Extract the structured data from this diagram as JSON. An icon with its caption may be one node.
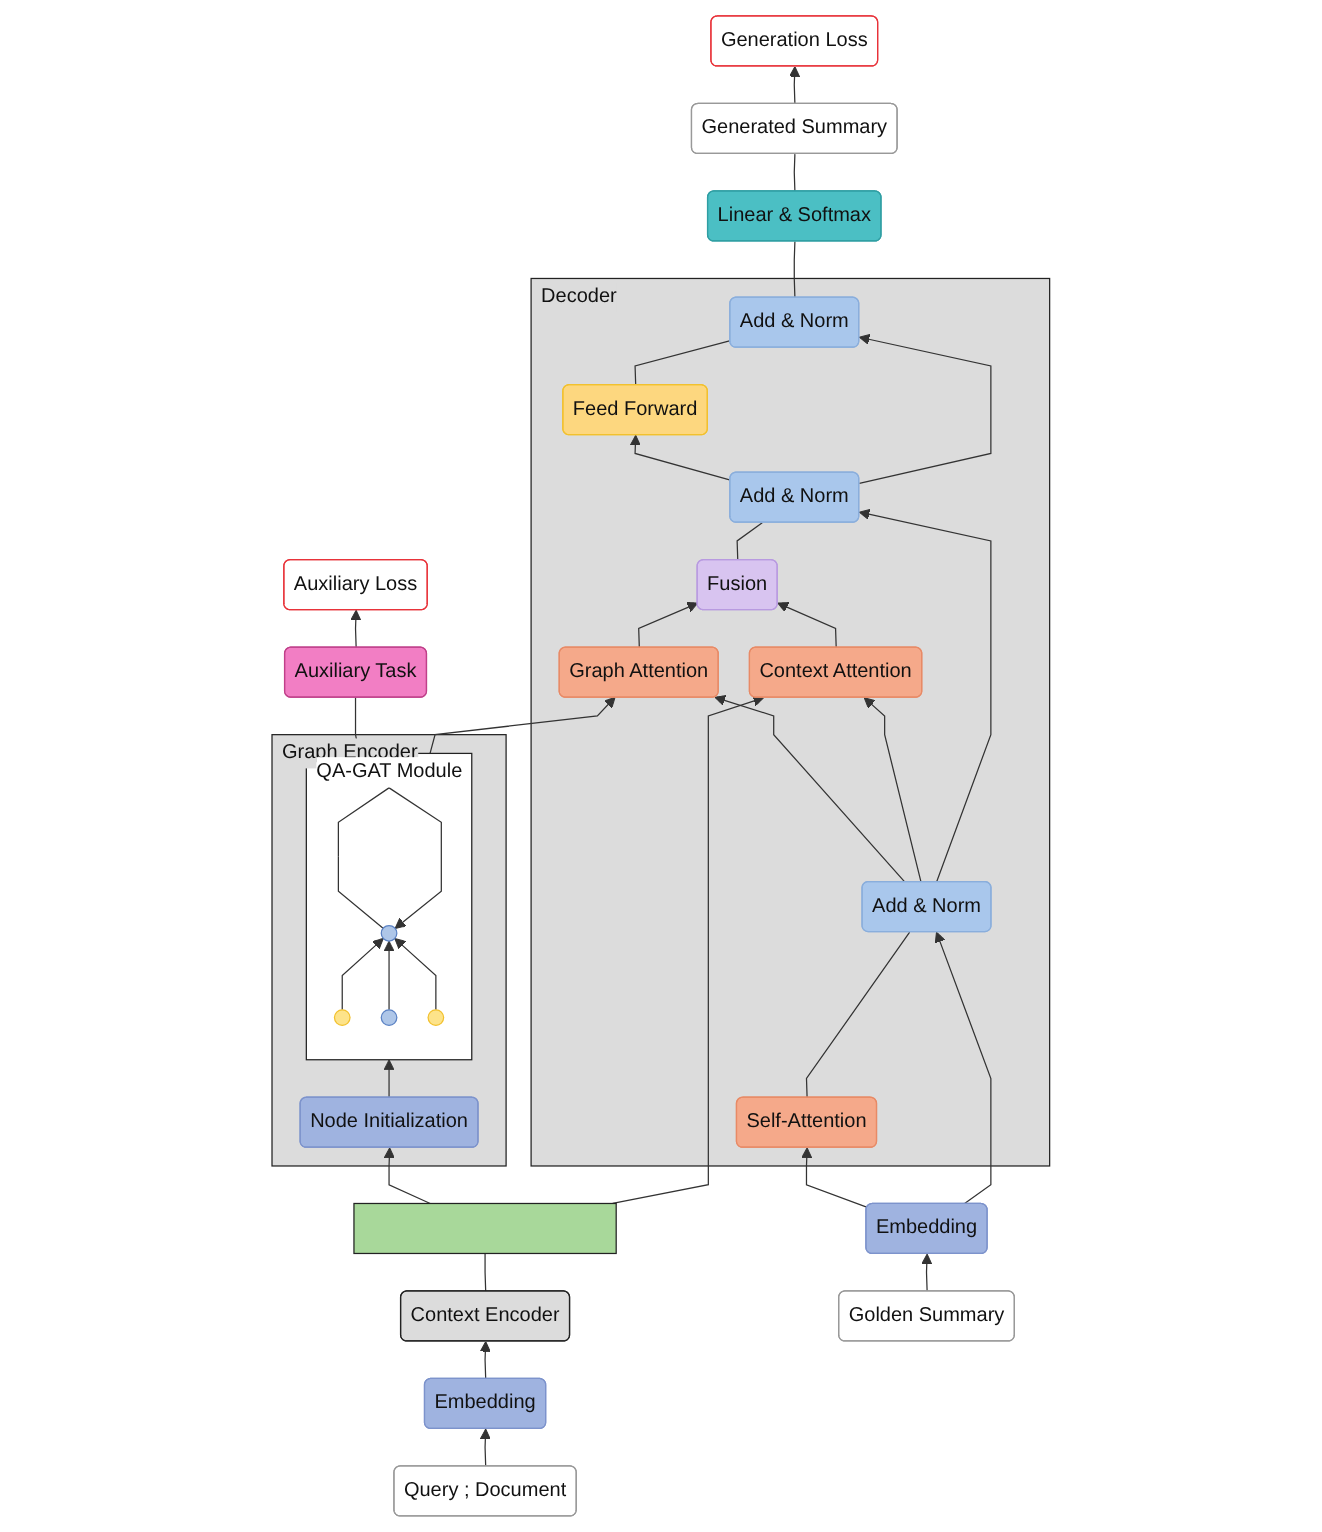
{
  "diagram": {
    "nodes": [
      {
        "text": [
          "Auxiliary Loss"
        ]
      },
      {
        "text": [
          "Auxiliary Task"
        ]
      },
      {
        "text": [
          "Graph Encoder"
        ]
      },
      {
        "text": [
          "QA-GAT Module"
        ],
        "in": 2
      },
      {
        "text": [],
        "shape": "circle",
        "in": 3
      },
      {
        "text": [],
        "shape": "circle",
        "in": 3
      },
      {
        "text": [],
        "shape": "circle",
        "in": 3
      },
      {
        "text": [],
        "shape": "circle",
        "in": 3
      },
      {
        "text": [
          "Node Initialization"
        ],
        "in": 2
      },
      {
        "text": [],
        "shape": "bar"
      },
      {
        "text": [
          "Context Encoder"
        ]
      },
      {
        "text": [
          "Embedding"
        ]
      },
      {
        "text": [
          "Query ; Document"
        ]
      },
      {
        "text": [
          "Generation Loss"
        ]
      },
      {
        "text": [
          "Generated Summary"
        ]
      },
      {
        "text": [
          "Linear & Softmax"
        ]
      },
      {
        "text": [
          "Decoder"
        ]
      },
      {
        "text": [
          "Add & Norm"
        ],
        "in": 16
      },
      {
        "text": [
          "Feed Forward"
        ],
        "in": 16
      },
      {
        "text": [
          "Add & Norm"
        ],
        "in": 16
      },
      {
        "text": [
          "Fusion"
        ],
        "in": 16
      },
      {
        "text": [
          "Graph Attention"
        ],
        "in": 16
      },
      {
        "text": [
          "Context Attention"
        ],
        "in": 16
      },
      {
        "text": [
          "Add & Norm"
        ],
        "in": 16
      },
      {
        "text": [
          "Self-Attention"
        ],
        "in": 16
      },
      {
        "text": [
          "Embedding"
        ]
      },
      {
        "text": [
          "Golden Summary"
        ]
      }
    ],
    "edges": [
      {
        "from": 12,
        "to": 11,
        "arrow": "to"
      },
      {
        "from": 11,
        "to": 10,
        "arrow": "to"
      },
      {
        "from": 10,
        "to": 9,
        "arrow": "none"
      },
      {
        "from": 9,
        "to": 8,
        "arrow": "to"
      },
      {
        "from": 8,
        "to": 3,
        "arrow": "to"
      },
      {
        "from": 4,
        "to": 6,
        "arrow": "to"
      },
      {
        "from": 5,
        "to": 6,
        "arrow": "to"
      },
      {
        "from": 7,
        "to": 6,
        "arrow": "to"
      },
      {
        "from": 6,
        "to": 6,
        "arrow": "to"
      },
      {
        "from": 3,
        "to": 1,
        "arrow": "none"
      },
      {
        "from": 1,
        "to": 0,
        "arrow": "to"
      },
      {
        "from": 26,
        "to": 25,
        "arrow": "to"
      },
      {
        "from": 25,
        "to": 24,
        "arrow": "to"
      },
      {
        "from": 25,
        "to": 23,
        "arrow": "to"
      },
      {
        "from": 24,
        "to": 23,
        "arrow": "none"
      },
      {
        "from": 23,
        "to": 21,
        "arrow": "to"
      },
      {
        "from": 23,
        "to": 22,
        "arrow": "to"
      },
      {
        "from": 23,
        "to": 19,
        "arrow": "to"
      },
      {
        "from": 3,
        "to": 21,
        "arrow": "to"
      },
      {
        "from": 9,
        "to": 22,
        "arrow": "to"
      },
      {
        "from": 21,
        "to": 20,
        "arrow": "to"
      },
      {
        "from": 22,
        "to": 20,
        "arrow": "to"
      },
      {
        "from": 20,
        "to": 19,
        "arrow": "none"
      },
      {
        "from": 19,
        "to": 18,
        "arrow": "to"
      },
      {
        "from": 19,
        "to": 17,
        "arrow": "to"
      },
      {
        "from": 18,
        "to": 17,
        "arrow": "none"
      },
      {
        "from": 17,
        "to": 15,
        "arrow": "none"
      },
      {
        "from": 15,
        "to": 14,
        "arrow": "none"
      },
      {
        "from": 14,
        "to": 13,
        "arrow": "to"
      }
    ]
  }
}
